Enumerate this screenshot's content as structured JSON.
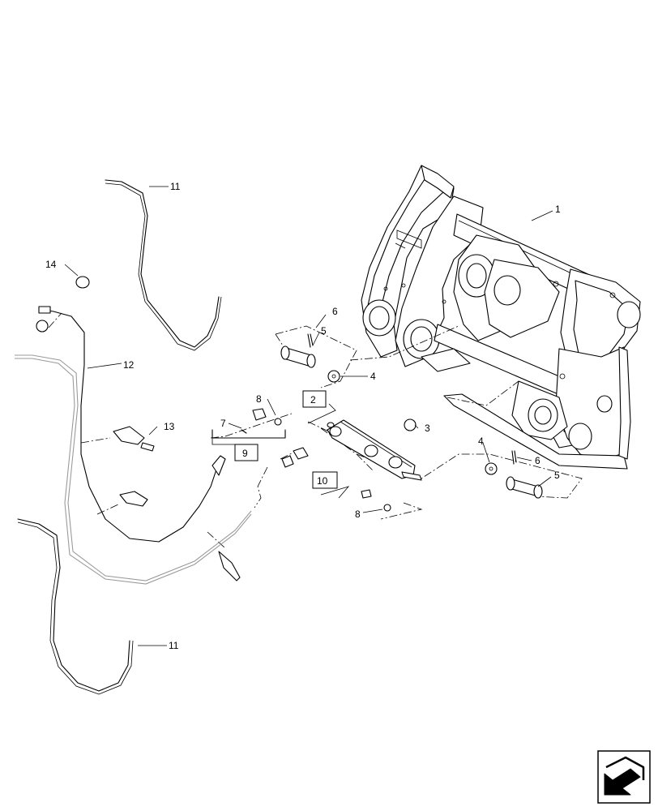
{
  "callouts": {
    "c1": "1",
    "c2": "2",
    "c3": "3",
    "c4": "4",
    "c5": "5",
    "c6": "6",
    "c7": "7",
    "c8": "8",
    "c9": "9",
    "c10": "10",
    "c11": "11",
    "c12": "12",
    "c13": "13",
    "c14": "14"
  },
  "nav_icon": "next-page-arrow-icon"
}
